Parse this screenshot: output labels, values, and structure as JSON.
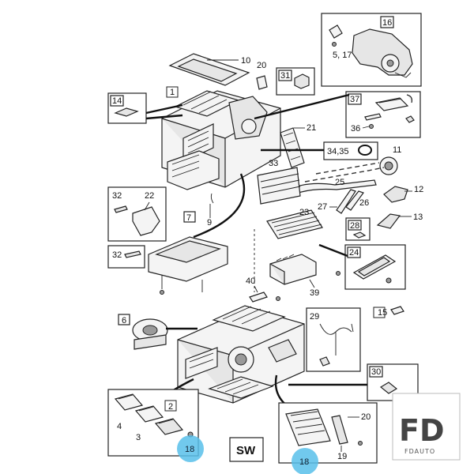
{
  "callouts": {
    "c1": "1",
    "c2": "2",
    "c3": "3",
    "c4": "4",
    "c5_17": "5, 17",
    "c6": "6",
    "c7": "7",
    "c9": "9",
    "c10": "10",
    "c11": "11",
    "c12": "12",
    "c13": "13",
    "c14": "14",
    "c15": "15",
    "c16": "16",
    "c18a": "18",
    "c18b": "18",
    "c19": "19",
    "c20a": "20",
    "c20b": "20",
    "c21": "21",
    "c22": "22",
    "c23": "23",
    "c24": "24",
    "c25": "25",
    "c26": "26",
    "c27": "27",
    "c28": "28",
    "c29": "29",
    "c30": "30",
    "c31": "31",
    "c32a": "32",
    "c32b": "32",
    "c33": "33",
    "c34_35": "34,35",
    "c36": "36",
    "c37": "37",
    "c39": "39",
    "c40": "40"
  },
  "badge": {
    "label": "SW"
  },
  "highlight_color": "#58c0ea",
  "watermark": {
    "main": "FD",
    "sub": "FDAUTO"
  }
}
